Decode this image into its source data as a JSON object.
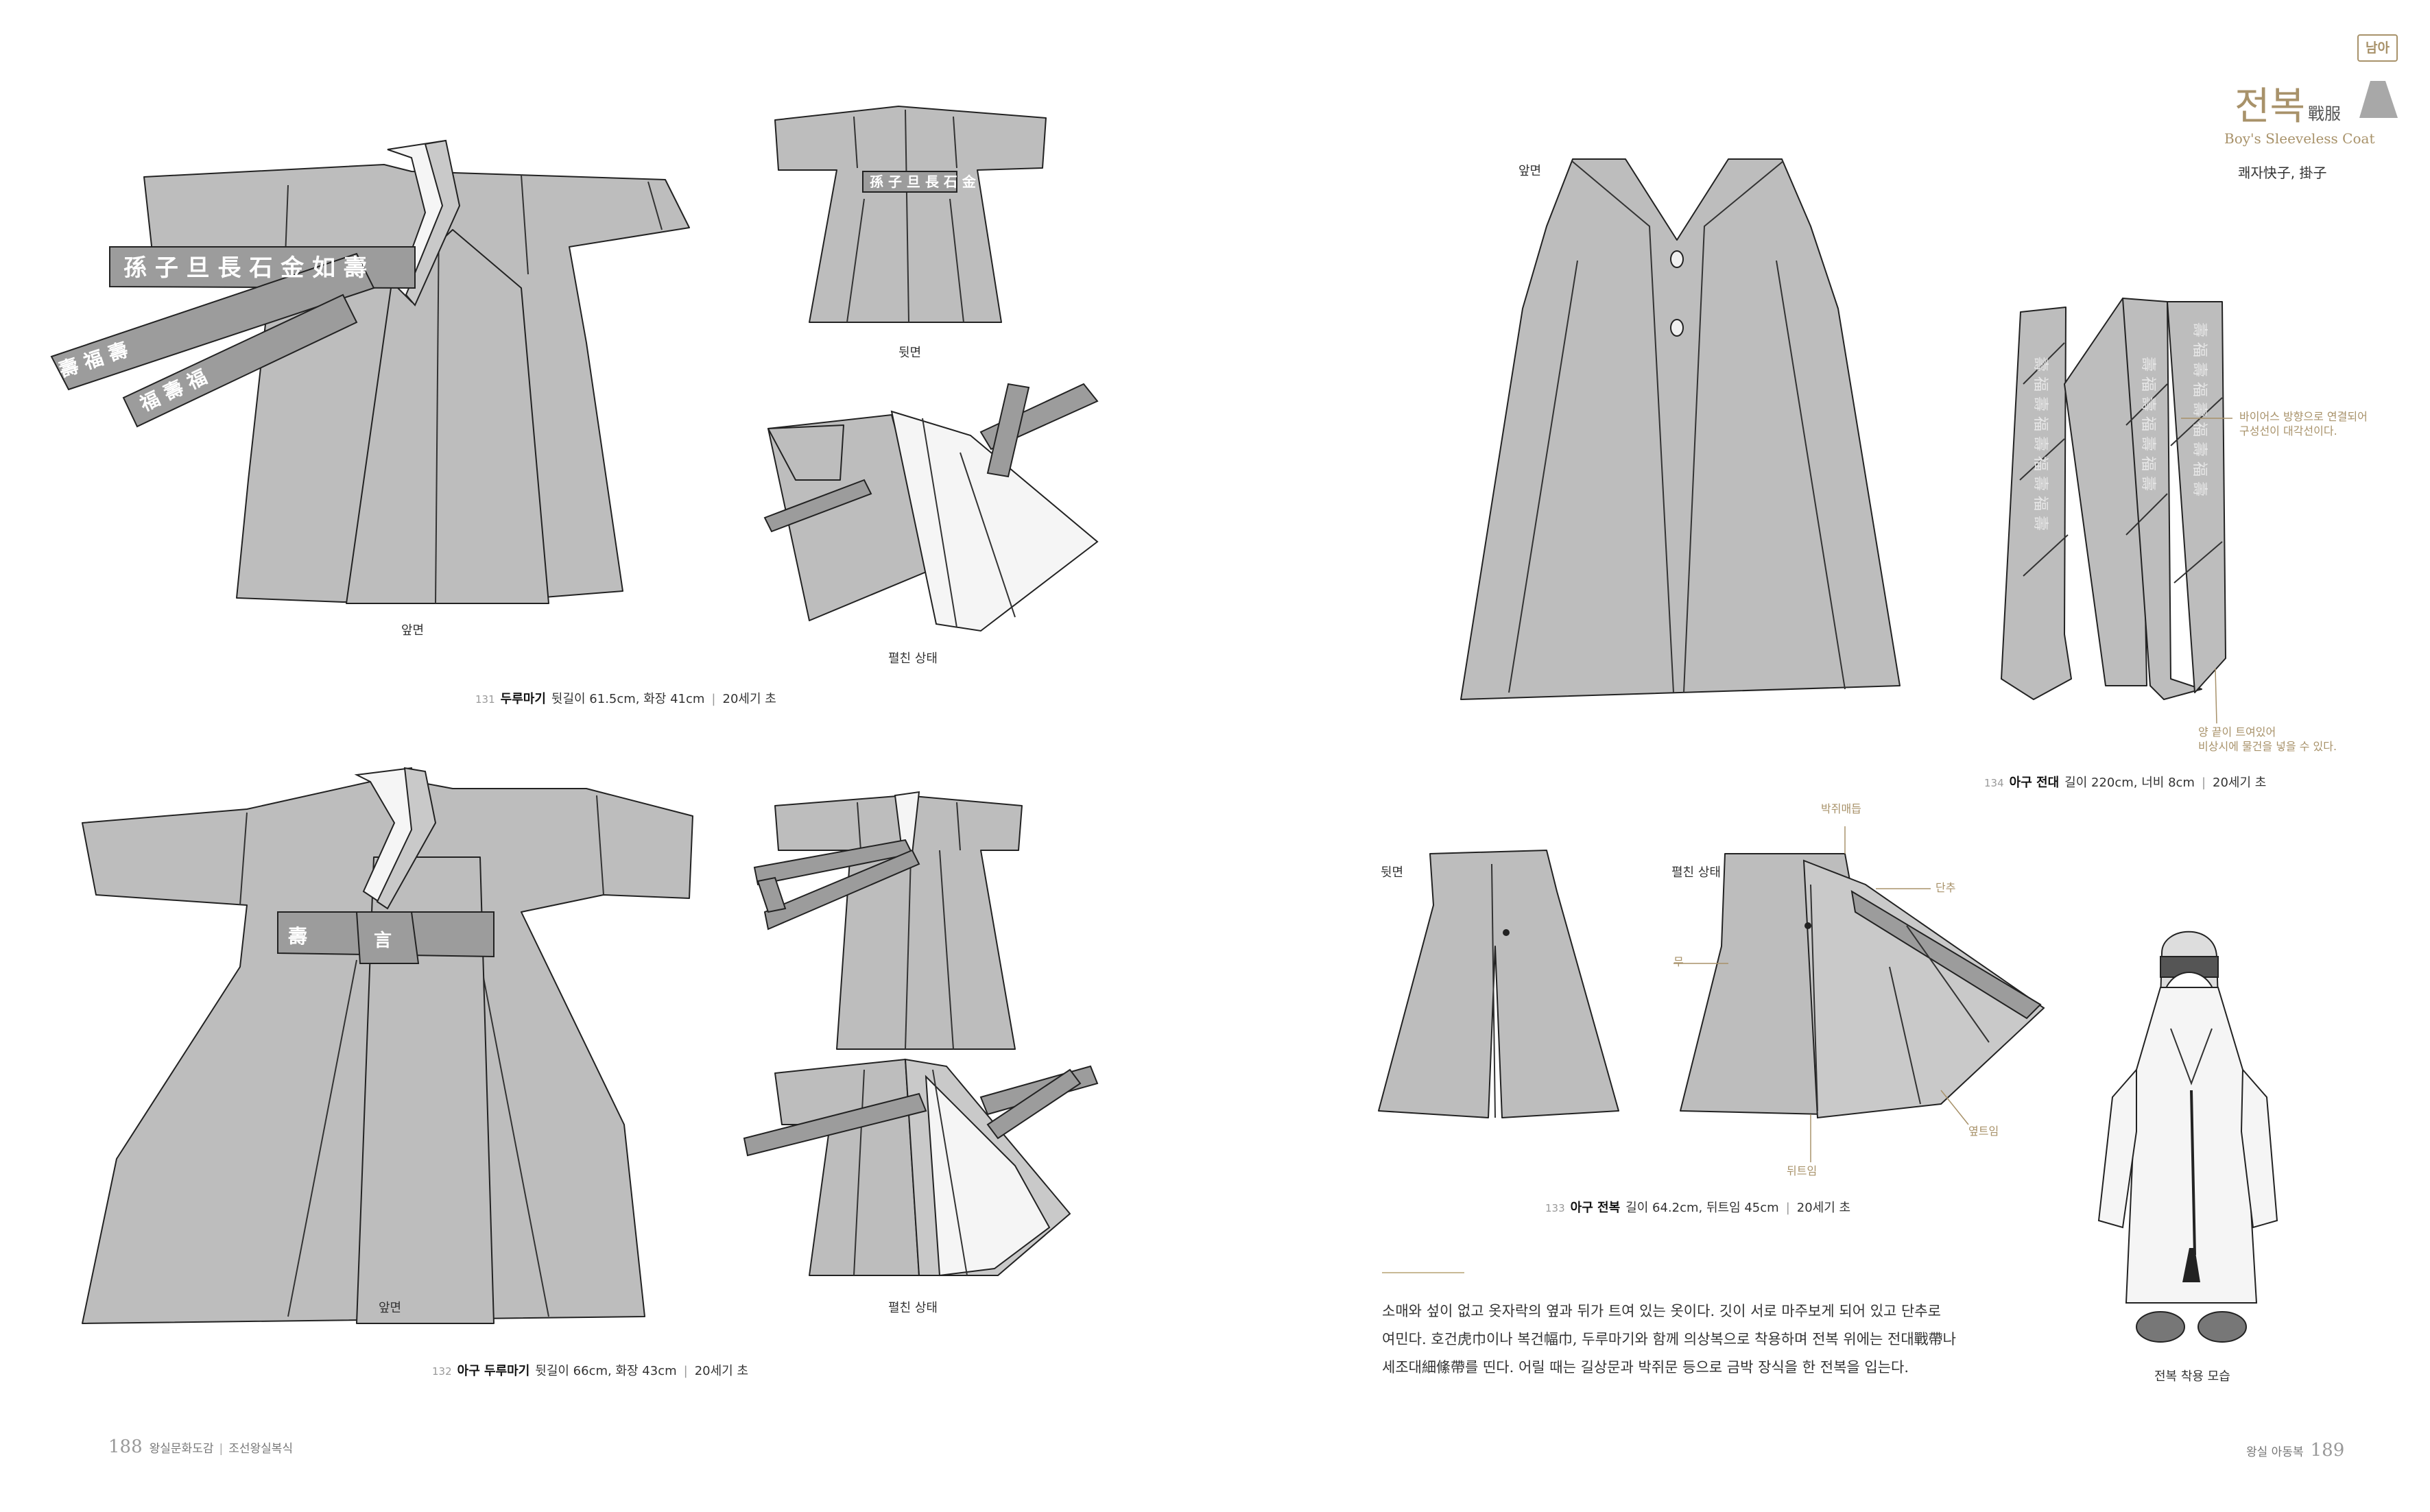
{
  "left_page": {
    "fig131": {
      "front_label": "앞면",
      "back_label": "뒷면",
      "open_label": "펼친 상태",
      "caption": {
        "num": "131",
        "name": "두루마기",
        "dims": "뒷길이 61.5cm, 화장 41cm",
        "period": "20세기 초"
      },
      "belt_text": "孫子 旦 長 石 金 如 壽"
    },
    "fig132": {
      "front_label": "앞면",
      "open_label": "펼친 상태",
      "caption": {
        "num": "132",
        "name": "아구 두루마기",
        "dims": "뒷길이 66cm, 화장 43cm",
        "period": "20세기 초"
      }
    },
    "folio": {
      "page": "188",
      "book": "왕실문화도감",
      "sep": "|",
      "section": "조선왕실복식"
    }
  },
  "right_page": {
    "tag": "남아",
    "title": {
      "hangul": "전복",
      "hanja": "戰服",
      "english": "Boy's Sleeveless Coat",
      "alias": "쾌자快子, 掛子"
    },
    "fig133": {
      "front_label": "앞면",
      "back_label": "뒷면",
      "open_label": "펼친 상태",
      "annotations": {
        "top": "박쥐매듭",
        "button": "단추",
        "gusset": "무",
        "lining": "옆트임",
        "back_slit": "뒤트임"
      },
      "caption": {
        "num": "133",
        "name": "아구 전복",
        "dims": "길이 64.2cm, 뒤트임 45cm",
        "period": "20세기 초"
      }
    },
    "fig134": {
      "annotation_bias": [
        "바이어스 방향으로 연결되어",
        "구성선이 대각선이다."
      ],
      "annotation_ends": [
        "양 끝이 트여있어",
        "비상시에 물건을 넣을 수 있다."
      ],
      "caption": {
        "num": "134",
        "name": "아구 전대",
        "dims": "길이 220cm, 너비 8cm",
        "period": "20세기 초"
      }
    },
    "body_text": [
      "소매와 섶이 없고 옷자락의 옆과 뒤가 트여 있는 옷이다. 깃이 서로 마주보게 되어 있고 단추로",
      "여민다. 호건虎巾이나 복건幅巾, 두루마기와 함께 의상복으로 착용하며 전복 위에는 전대戰帶나",
      "세조대細絛帶를 띤다. 어릴 때는 길상문과 박쥐문 등으로 금박 장식을 한 전복을 입는다."
    ],
    "child_label": "전복 착용 모습",
    "folio": {
      "section": "왕실 아동복",
      "page": "189"
    }
  },
  "colors": {
    "garment": "#bdbdbd",
    "accent_gold": "#a8926a",
    "tag_border": "#a8926a"
  }
}
